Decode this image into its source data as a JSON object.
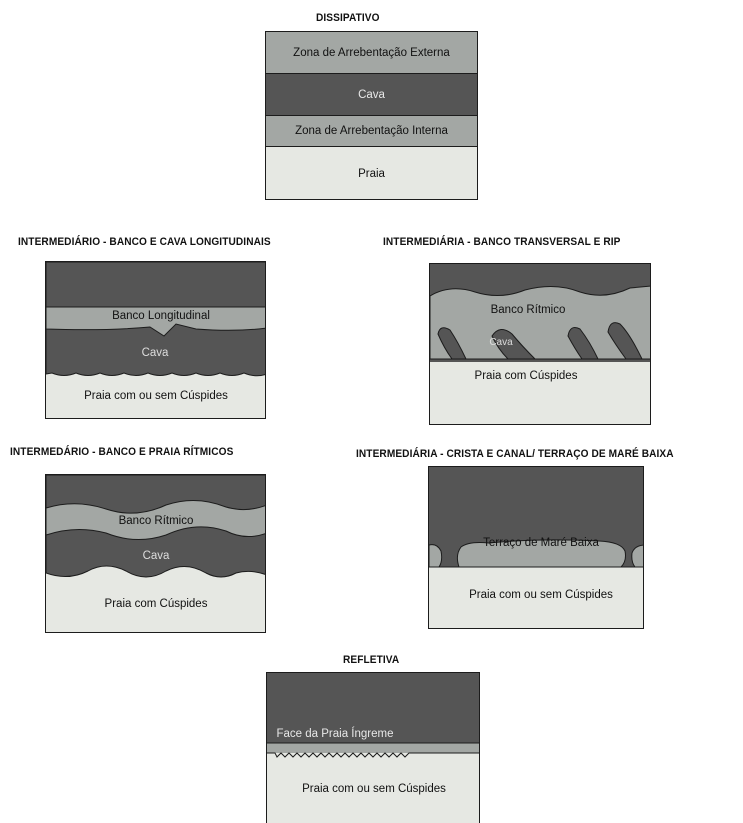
{
  "colors": {
    "dark": "#555555",
    "mid": "#a3a7a4",
    "light": "#e6e8e3",
    "border": "#1c1c1c"
  },
  "dissipativo": {
    "title": "DISSIPATIVO",
    "zones": [
      "Zona de Arrebentação Externa",
      "Cava",
      "Zona de Arrebentação Interna",
      "Praia"
    ]
  },
  "banco_cava": {
    "title": "INTERMEDIÁRIO - BANCO E CAVA LONGITUDINAIS",
    "bar": "Banco Longitudinal",
    "trough": "Cava",
    "beach": "Praia com ou sem Cúspides"
  },
  "transversal_rip": {
    "title": "INTERMEDIÁRIA - BANCO TRANSVERSAL E RIP",
    "bar": "Banco Rítmico",
    "trough": "Cava",
    "beach": "Praia com Cúspides"
  },
  "praia_ritmicos": {
    "title": "INTERMEDÁRIO - BANCO E PRAIA RÍTMICOS",
    "bar": "Banco Rítmico",
    "trough": "Cava",
    "beach": "Praia com Cúspides"
  },
  "crista_canal": {
    "title": "INTERMEDIÁRIA - CRISTA E CANAL/ TERRAÇO DE MARÉ BAIXA",
    "terrace": "Terraço de Maré Baixa",
    "beach": "Praia com ou sem Cúspides"
  },
  "refletiva": {
    "title": "REFLETIVA",
    "face": "Face da Praia Íngreme",
    "beach": "Praia com ou sem Cúspides"
  }
}
